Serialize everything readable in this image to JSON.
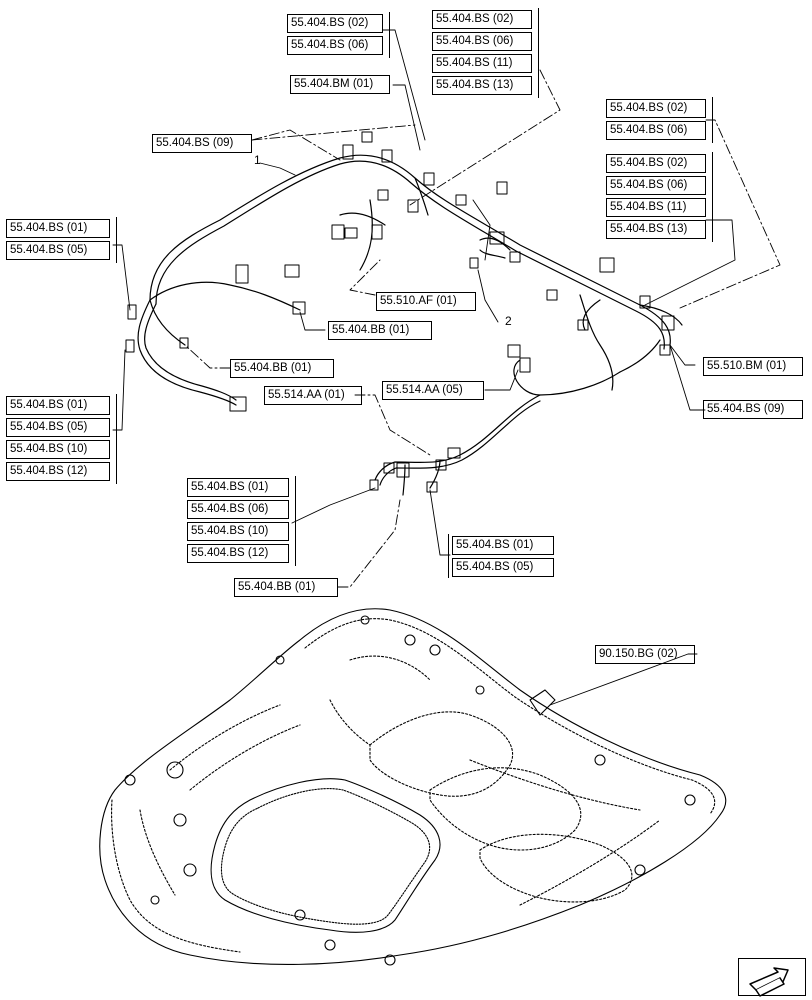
{
  "labels": {
    "top_left_a": [
      "55.404.BS (02)",
      "55.404.BS (06)"
    ],
    "top_right_a": [
      "55.404.BS (02)",
      "55.404.BS (06)",
      "55.404.BS (11)",
      "55.404.BS (13)"
    ],
    "bm_top": "55.404.BM (01)",
    "bs09_top": "55.404.BS (09)",
    "right_b": [
      "55.404.BS (02)",
      "55.404.BS (06)"
    ],
    "right_c": [
      "55.404.BS (02)",
      "55.404.BS (06)",
      "55.404.BS (11)",
      "55.404.BS (13)"
    ],
    "left_a": [
      "55.404.BS (01)",
      "55.404.BS (05)"
    ],
    "af": "55.510.AF (01)",
    "bb_mid": "55.404.BB (01)",
    "bb_left": "55.404.BB (01)",
    "left_b": [
      "55.404.BS (01)",
      "55.404.BS (05)",
      "55.404.BS (10)",
      "55.404.BS (12)"
    ],
    "aa05": "55.514.AA (05)",
    "aa01": "55.514.AA (01)",
    "bm_right": "55.510.BM (01)",
    "bs09_right": "55.404.BS (09)",
    "bottom_a": [
      "55.404.BS (01)",
      "55.404.BS (06)",
      "55.404.BS (10)",
      "55.404.BS (12)"
    ],
    "bottom_b": [
      "55.404.BS (01)",
      "55.404.BS (05)"
    ],
    "bb_bottom": "55.404.BB (01)",
    "bg": "90.150.BG (02)"
  },
  "callouts": {
    "item1": "1",
    "item2": "2"
  },
  "colors": {
    "line": "#000000",
    "background": "#ffffff"
  },
  "icons": {
    "nav": "arrow-icon"
  }
}
